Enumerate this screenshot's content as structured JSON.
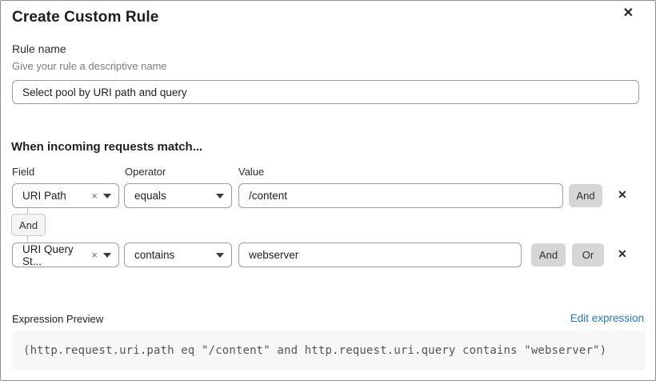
{
  "modal": {
    "title": "Create Custom Rule"
  },
  "icons": {
    "close": "✕",
    "remove": "✕",
    "clear": "×"
  },
  "rule_name": {
    "label": "Rule name",
    "hint": "Give your rule a descriptive name",
    "value": "Select pool by URI path and query"
  },
  "matcher": {
    "heading": "When incoming requests match...",
    "columns": {
      "field": "Field",
      "operator": "Operator",
      "value": "Value"
    },
    "connector": "And",
    "rows": [
      {
        "field": "URI Path",
        "operator": "equals",
        "value": "/content",
        "and_label": "And"
      },
      {
        "field": "URI Query St...",
        "operator": "contains",
        "value": "webserver",
        "and_label": "And",
        "or_label": "Or"
      }
    ]
  },
  "expression": {
    "label": "Expression Preview",
    "edit_link": "Edit expression",
    "code": "(http.request.uri.path eq \"/content\" and http.request.uri.query contains \"webserver\")"
  },
  "colors": {
    "link_blue": "#2779ae",
    "button_gray": "#d6d6d6",
    "code_background": "#f7f7f7",
    "border_gray": "#9c9c9c"
  }
}
